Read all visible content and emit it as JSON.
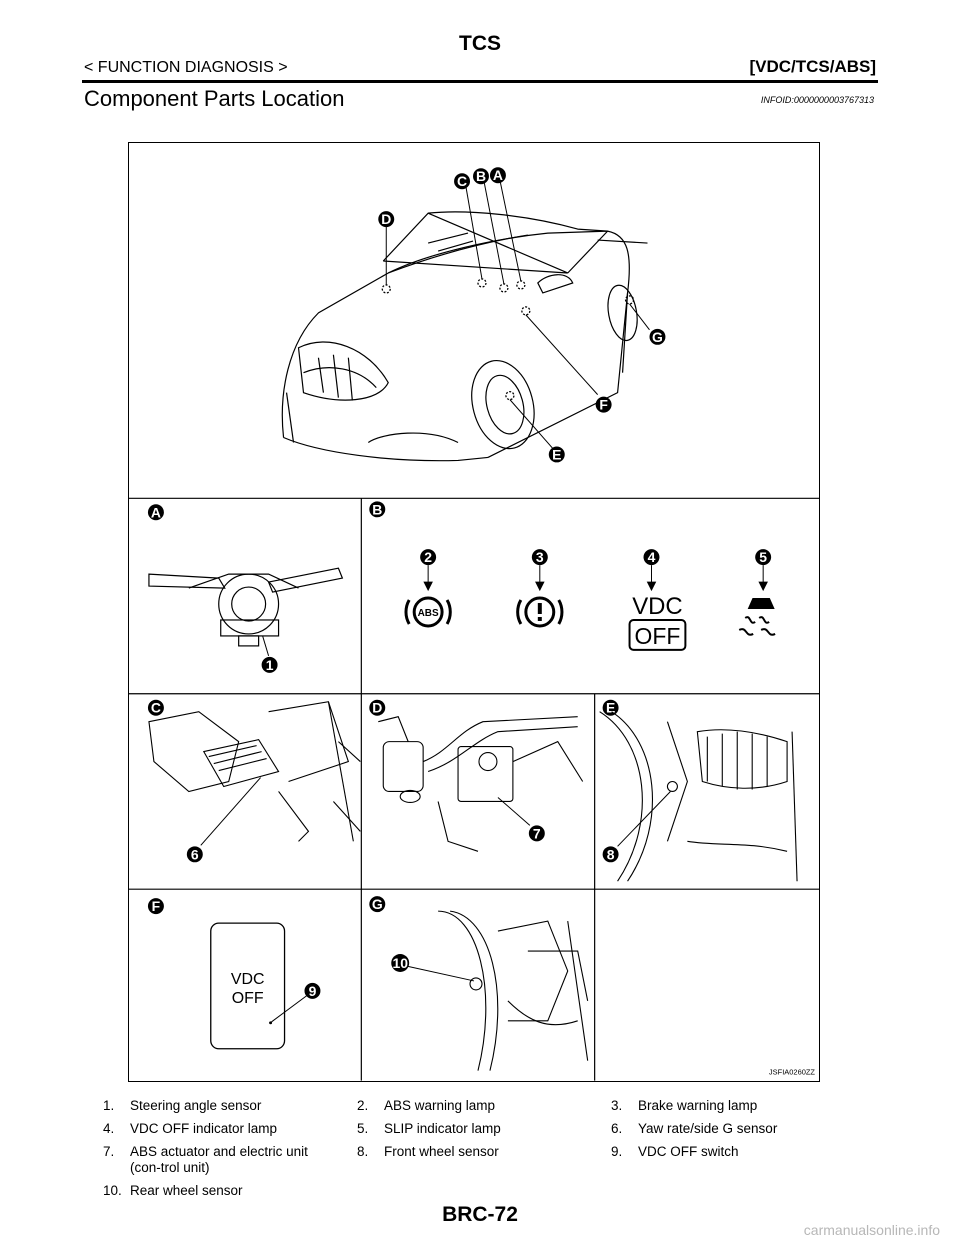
{
  "header": {
    "section": "TCS",
    "breadcrumb": "< FUNCTION DIAGNOSIS >",
    "system": "[VDC/TCS/ABS]"
  },
  "heading": "Component Parts Location",
  "info_id": "INFOID:0000000003767313",
  "figure": {
    "code": "JSFIA0260ZZ",
    "vehicle_callouts": [
      "A",
      "B",
      "C",
      "D",
      "E",
      "F",
      "G"
    ],
    "panel_labels": [
      "A",
      "B",
      "C",
      "D",
      "E",
      "F",
      "G"
    ],
    "part_callouts": [
      "1",
      "2",
      "3",
      "4",
      "5",
      "6",
      "7",
      "8",
      "9",
      "10"
    ],
    "lamp_text": {
      "abs": "ABS",
      "vdc": "VDC",
      "off": "OFF"
    },
    "switch_text": {
      "line1": "VDC",
      "line2": "OFF"
    }
  },
  "legend": [
    {
      "num": "1.",
      "text": "Steering angle sensor"
    },
    {
      "num": "2.",
      "text": "ABS warning lamp"
    },
    {
      "num": "3.",
      "text": "Brake warning lamp"
    },
    {
      "num": "4.",
      "text": "VDC OFF indicator lamp"
    },
    {
      "num": "5.",
      "text": "SLIP indicator lamp"
    },
    {
      "num": "6.",
      "text": "Yaw rate/side G sensor"
    },
    {
      "num": "7.",
      "text": "ABS actuator and electric unit (con-trol unit)"
    },
    {
      "num": "8.",
      "text": "Front wheel sensor"
    },
    {
      "num": "9.",
      "text": "VDC OFF switch"
    },
    {
      "num": "10.",
      "text": "Rear wheel sensor"
    }
  ],
  "footer": {
    "page_number": "BRC-72",
    "watermark": "carmanualsonline.info"
  },
  "colors": {
    "ink": "#000000",
    "watermark": "#b7b7b7"
  }
}
